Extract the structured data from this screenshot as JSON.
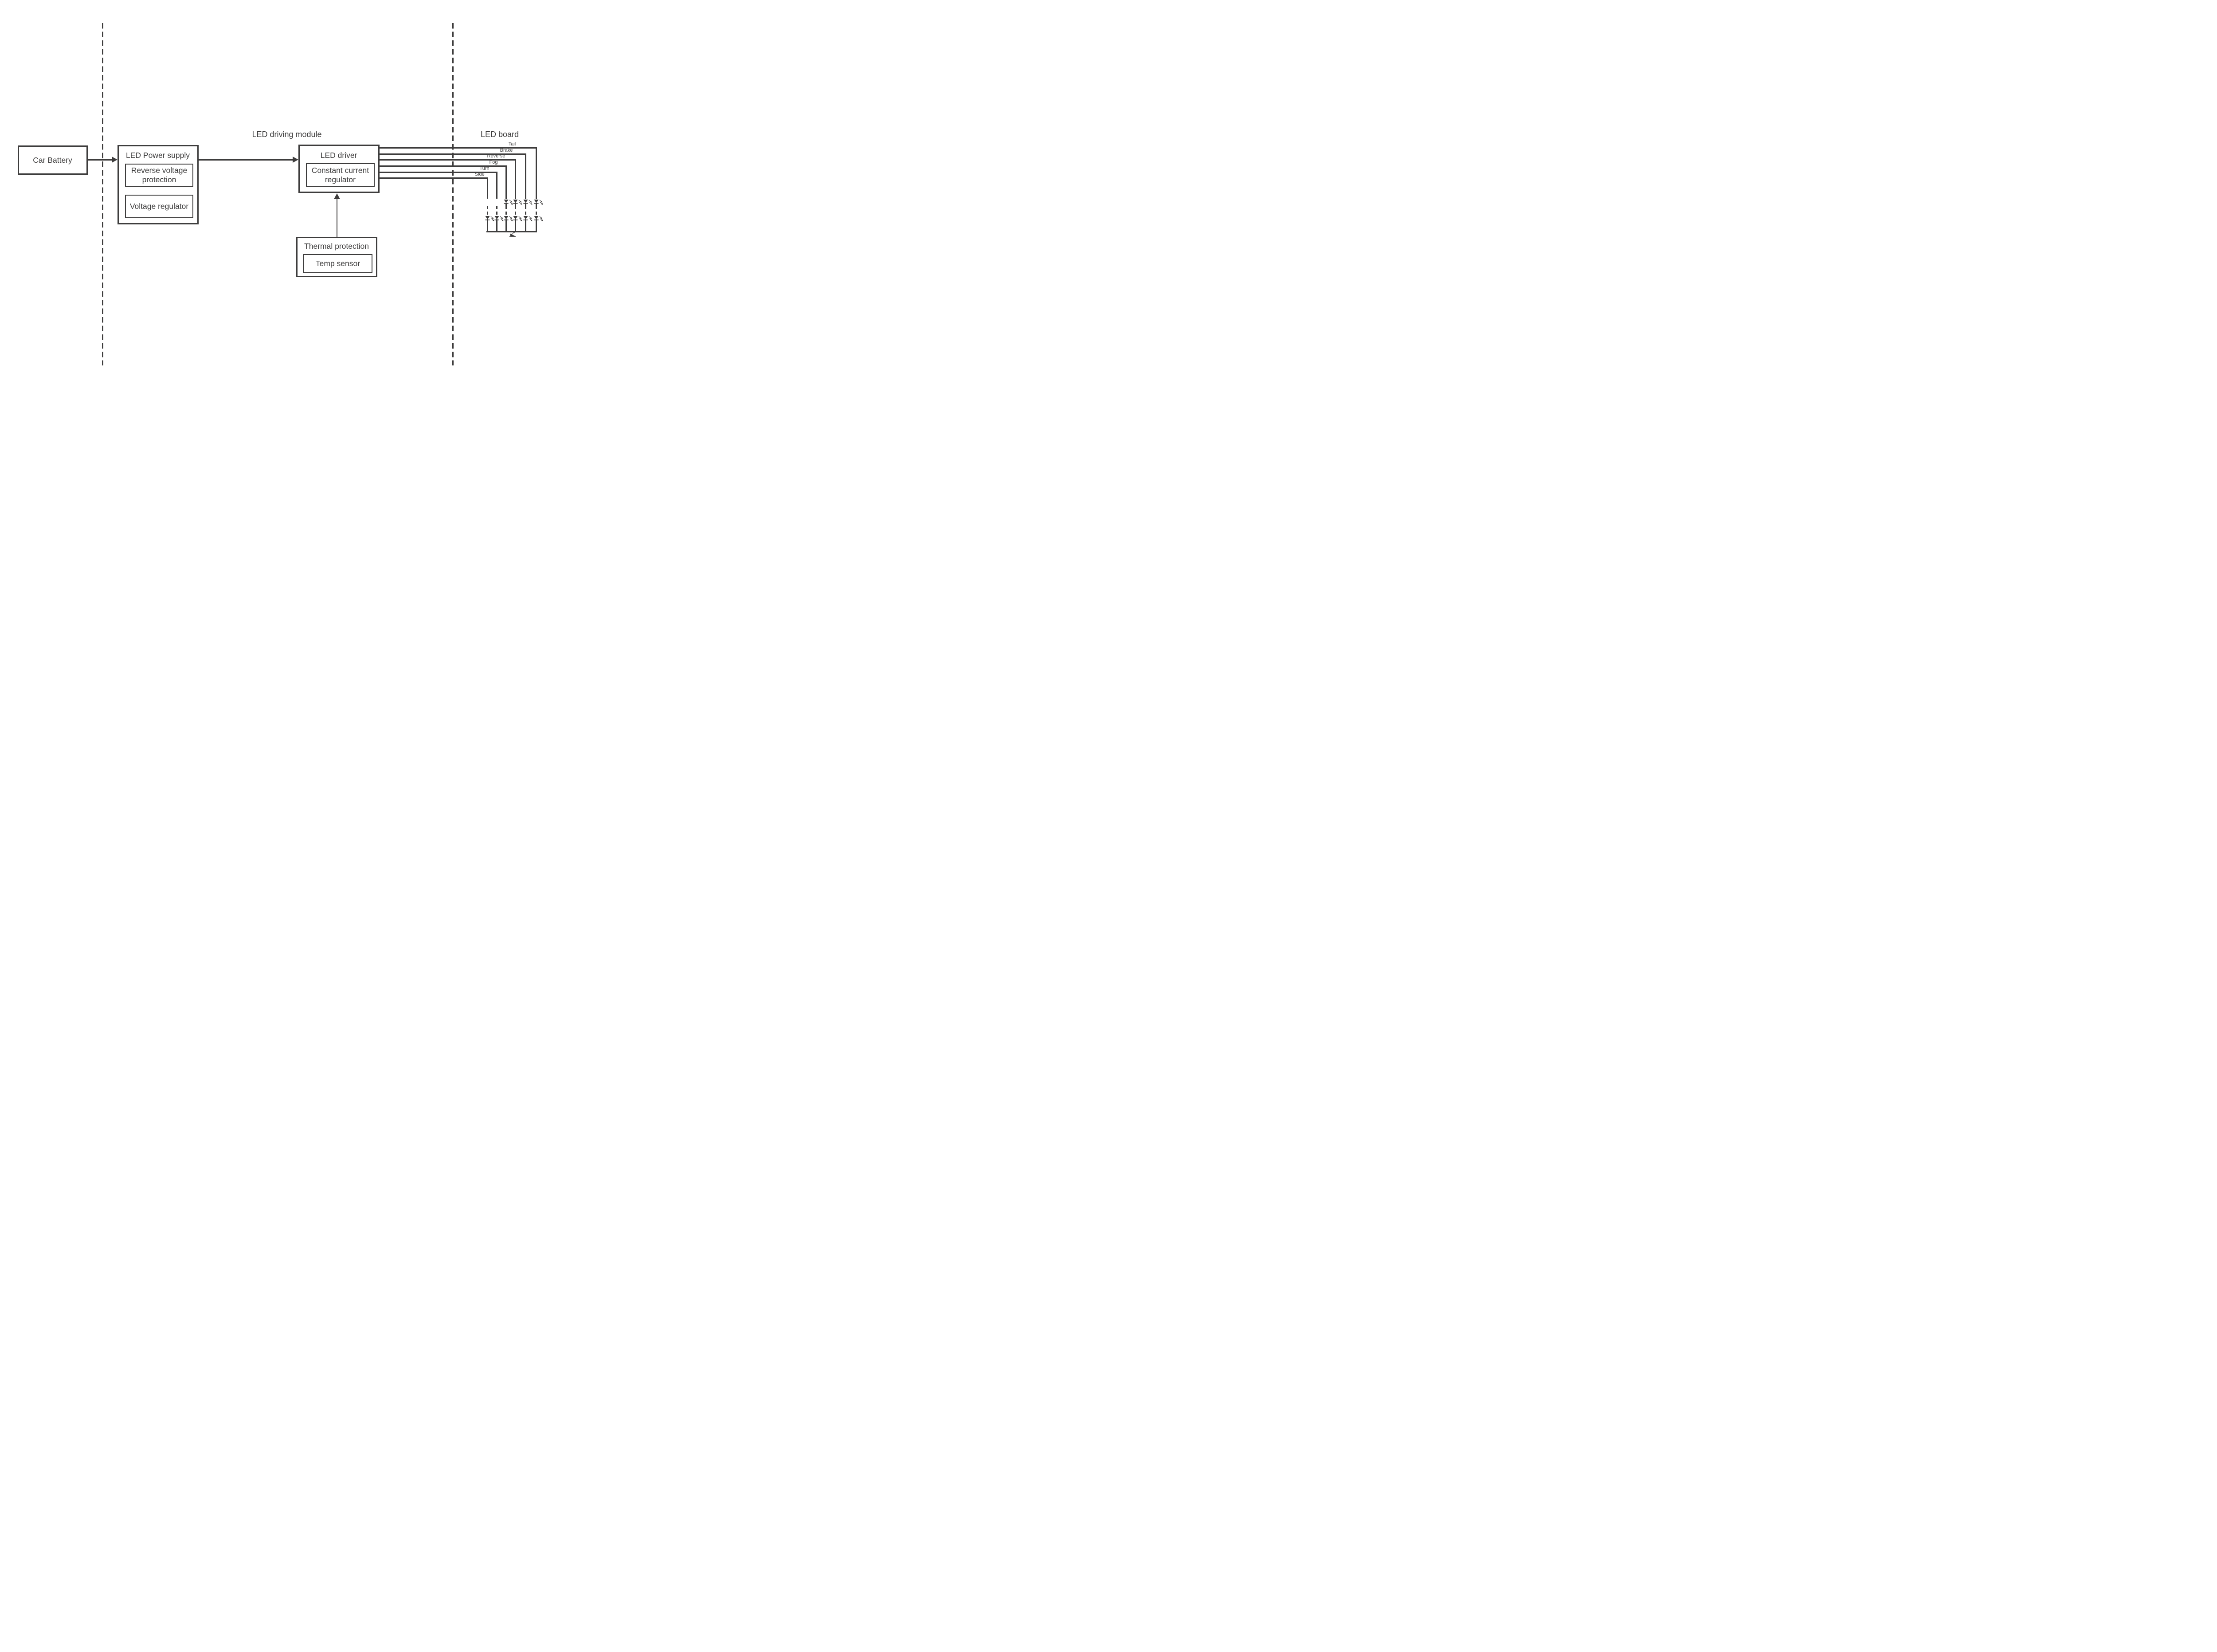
{
  "diagram": {
    "battery": {
      "label": "Car Battery"
    },
    "power_supply": {
      "title": "LED Power supply",
      "sub1": "Reverse voltage protection",
      "sub2": "Voltage regulator"
    },
    "driving_module_title": "LED driving module",
    "led_driver": {
      "title": "LED driver",
      "sub": "Constant current regulator"
    },
    "thermal": {
      "title": "Thermal protection",
      "sub": "Temp sensor"
    },
    "board_title": "LED board",
    "channels": [
      "Tail",
      "Brake",
      "Reverse",
      "Fog",
      "Turn",
      "Side"
    ],
    "colors": {
      "ink": "#3d3c3c",
      "background": "#ffffff"
    }
  }
}
